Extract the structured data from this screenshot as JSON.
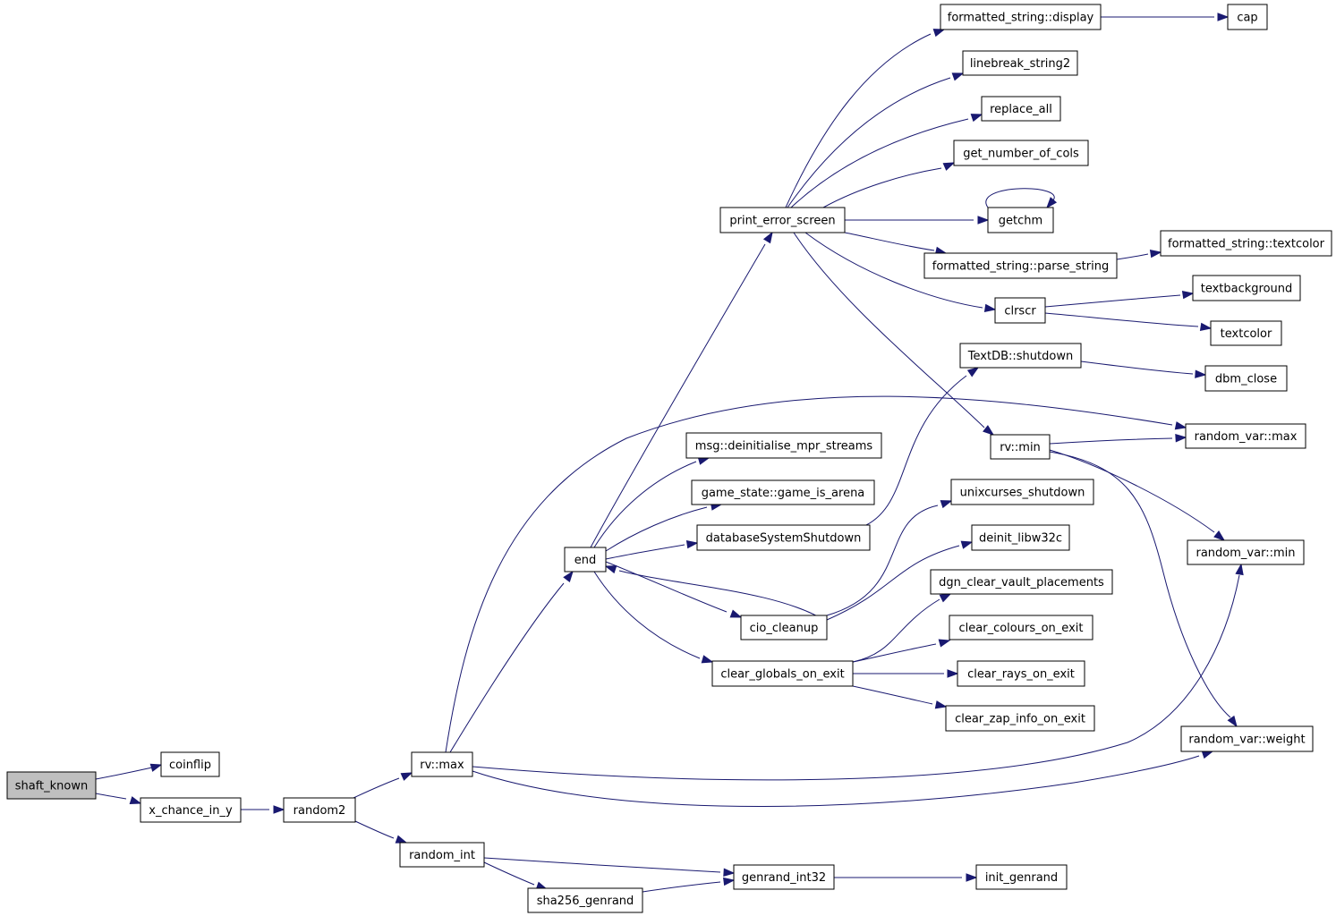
{
  "diagram": {
    "type": "call-graph",
    "root": "shaft_known",
    "colors": {
      "edge": "#191970",
      "node_fill": "#ffffff",
      "root_fill": "#bfbfbf",
      "node_border": "#000000"
    },
    "nodes": [
      {
        "id": "shaft_known",
        "label": "shaft_known"
      },
      {
        "id": "coinflip",
        "label": "coinflip"
      },
      {
        "id": "x_chance_in_y",
        "label": "x_chance_in_y"
      },
      {
        "id": "random2",
        "label": "random2"
      },
      {
        "id": "rv_max",
        "label": "rv::max"
      },
      {
        "id": "random_int",
        "label": "random_int"
      },
      {
        "id": "sha256_genrand",
        "label": "sha256_genrand"
      },
      {
        "id": "genrand_int32",
        "label": "genrand_int32"
      },
      {
        "id": "init_genrand",
        "label": "init_genrand"
      },
      {
        "id": "end",
        "label": "end"
      },
      {
        "id": "print_error_screen",
        "label": "print_error_screen"
      },
      {
        "id": "fs_display",
        "label": "formatted_string::display"
      },
      {
        "id": "cap",
        "label": "cap"
      },
      {
        "id": "linebreak_string2",
        "label": "linebreak_string2"
      },
      {
        "id": "replace_all",
        "label": "replace_all"
      },
      {
        "id": "get_number_of_cols",
        "label": "get_number_of_cols"
      },
      {
        "id": "getchm",
        "label": "getchm"
      },
      {
        "id": "fs_parse_string",
        "label": "formatted_string::parse_string"
      },
      {
        "id": "fs_textcolor",
        "label": "formatted_string::textcolor"
      },
      {
        "id": "clrscr",
        "label": "clrscr"
      },
      {
        "id": "textbackground",
        "label": "textbackground"
      },
      {
        "id": "textcolor",
        "label": "textcolor"
      },
      {
        "id": "textdb_shutdown",
        "label": "TextDB::shutdown"
      },
      {
        "id": "dbm_close",
        "label": "dbm_close"
      },
      {
        "id": "rv_min",
        "label": "rv::min"
      },
      {
        "id": "random_var_max",
        "label": "random_var::max"
      },
      {
        "id": "random_var_min",
        "label": "random_var::min"
      },
      {
        "id": "random_var_weight",
        "label": "random_var::weight"
      },
      {
        "id": "msg_deinit",
        "label": "msg::deinitialise_mpr_streams"
      },
      {
        "id": "game_is_arena",
        "label": "game_state::game_is_arena"
      },
      {
        "id": "database_shutdown",
        "label": "databaseSystemShutdown"
      },
      {
        "id": "unixcurses_shutdown",
        "label": "unixcurses_shutdown"
      },
      {
        "id": "deinit_libw32c",
        "label": "deinit_libw32c"
      },
      {
        "id": "cio_cleanup",
        "label": "cio_cleanup"
      },
      {
        "id": "dgn_clear_vault",
        "label": "dgn_clear_vault_placements"
      },
      {
        "id": "clear_globals_on_exit",
        "label": "clear_globals_on_exit"
      },
      {
        "id": "clear_colours_on_exit",
        "label": "clear_colours_on_exit"
      },
      {
        "id": "clear_rays_on_exit",
        "label": "clear_rays_on_exit"
      },
      {
        "id": "clear_zap_info_on_exit",
        "label": "clear_zap_info_on_exit"
      }
    ],
    "edges": [
      [
        "shaft_known",
        "coinflip"
      ],
      [
        "shaft_known",
        "x_chance_in_y"
      ],
      [
        "x_chance_in_y",
        "random2"
      ],
      [
        "random2",
        "rv_max"
      ],
      [
        "random2",
        "random_int"
      ],
      [
        "random_int",
        "genrand_int32"
      ],
      [
        "random_int",
        "sha256_genrand"
      ],
      [
        "sha256_genrand",
        "genrand_int32"
      ],
      [
        "genrand_int32",
        "init_genrand"
      ],
      [
        "rv_max",
        "end"
      ],
      [
        "rv_max",
        "random_var_max"
      ],
      [
        "rv_max",
        "random_var_min"
      ],
      [
        "rv_max",
        "random_var_weight"
      ],
      [
        "end",
        "print_error_screen"
      ],
      [
        "end",
        "msg_deinit"
      ],
      [
        "end",
        "game_is_arena"
      ],
      [
        "end",
        "database_shutdown"
      ],
      [
        "end",
        "cio_cleanup"
      ],
      [
        "end",
        "clear_globals_on_exit"
      ],
      [
        "cio_cleanup",
        "end"
      ],
      [
        "cio_cleanup",
        "unixcurses_shutdown"
      ],
      [
        "cio_cleanup",
        "deinit_libw32c"
      ],
      [
        "database_shutdown",
        "textdb_shutdown"
      ],
      [
        "textdb_shutdown",
        "dbm_close"
      ],
      [
        "print_error_screen",
        "fs_display"
      ],
      [
        "print_error_screen",
        "linebreak_string2"
      ],
      [
        "print_error_screen",
        "replace_all"
      ],
      [
        "print_error_screen",
        "get_number_of_cols"
      ],
      [
        "print_error_screen",
        "getchm"
      ],
      [
        "print_error_screen",
        "fs_parse_string"
      ],
      [
        "print_error_screen",
        "clrscr"
      ],
      [
        "print_error_screen",
        "rv_min"
      ],
      [
        "fs_display",
        "cap"
      ],
      [
        "getchm",
        "getchm"
      ],
      [
        "fs_parse_string",
        "fs_textcolor"
      ],
      [
        "clrscr",
        "textbackground"
      ],
      [
        "clrscr",
        "textcolor"
      ],
      [
        "rv_min",
        "random_var_max"
      ],
      [
        "rv_min",
        "random_var_min"
      ],
      [
        "rv_min",
        "random_var_weight"
      ],
      [
        "clear_globals_on_exit",
        "dgn_clear_vault"
      ],
      [
        "clear_globals_on_exit",
        "clear_colours_on_exit"
      ],
      [
        "clear_globals_on_exit",
        "clear_rays_on_exit"
      ],
      [
        "clear_globals_on_exit",
        "clear_zap_info_on_exit"
      ]
    ]
  }
}
